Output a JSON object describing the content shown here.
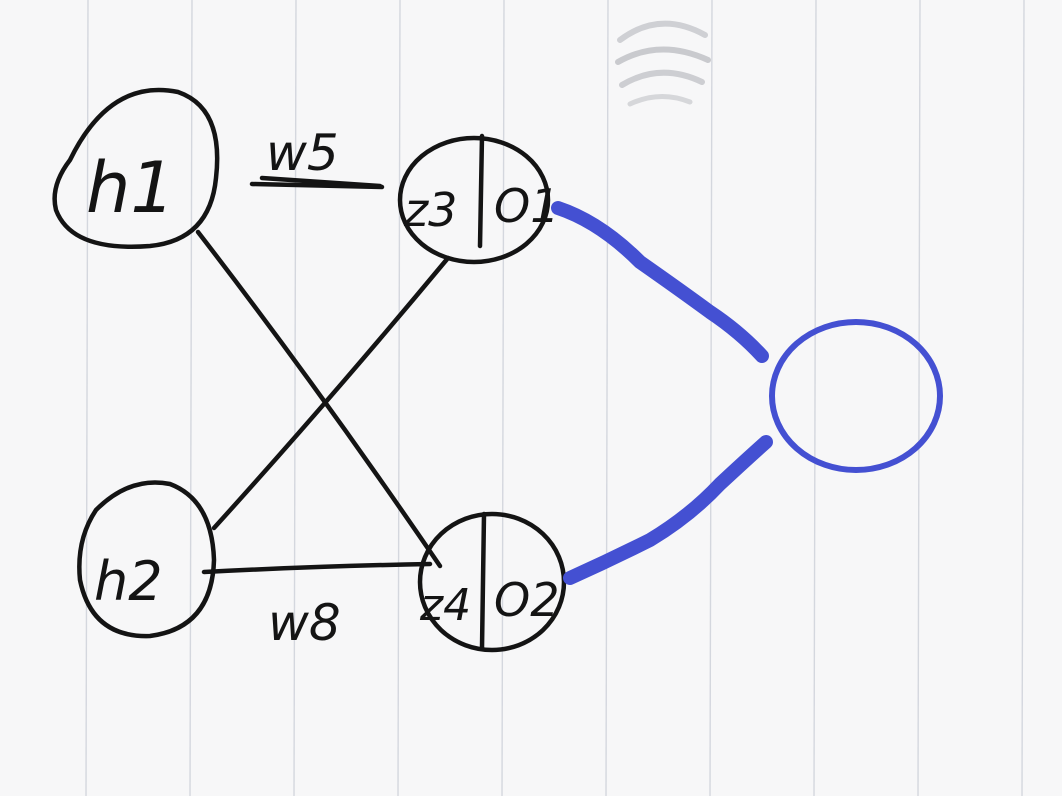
{
  "nodes": {
    "h1": "h1",
    "h2": "h2",
    "z3": "z3",
    "o1": "O1",
    "z4": "z4",
    "o2": "O2"
  },
  "weights": {
    "w5": "w5",
    "w8": "w8"
  },
  "colors": {
    "ink": "#141414",
    "highlight": "#4450d2",
    "paper": "#f7f7f8",
    "rules": "#d4d7de"
  }
}
